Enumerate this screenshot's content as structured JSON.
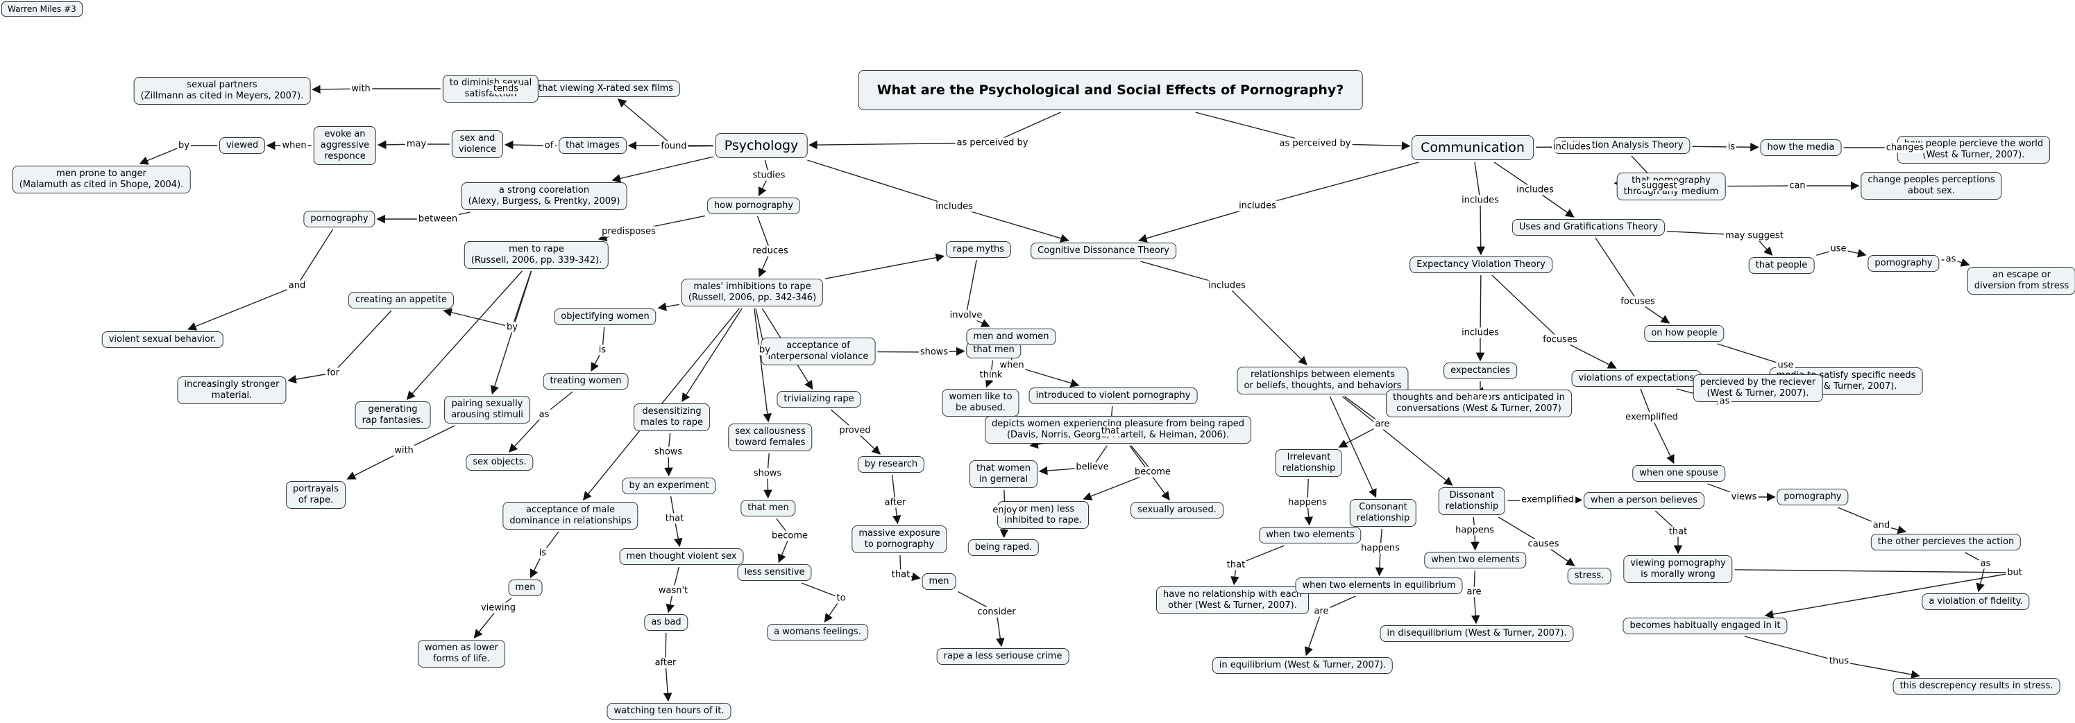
{
  "header": {
    "author": "Warren Miles #3"
  },
  "nodes": {
    "title": "What are the Psychological and Social Effects of Pornography?",
    "psychology": "Psychology",
    "communication": "Communication",
    "x_rated": "that viewing X-rated sex films",
    "diminish": "to diminish sexual\nsatisfaction",
    "partners": "sexual partners\n(Zillmann as cited in Meyers, 2007).",
    "that_images": "that images",
    "sex_violence": "sex and\nviolence",
    "evoke": "evoke an\naggressive\nresponce",
    "viewed": "viewed",
    "men_anger": "men prone to anger\n(Malamuth as cited in Shope, 2004).",
    "correlation": "a strong coorelation\n(Alexy, Burgess, & Prentky, 2009)",
    "pornography_between": "pornography",
    "violent_behavior": "violent sexual behavior.",
    "how_porn": "how pornography",
    "men_to_rape": "men to rape\n(Russell, 2006, pp. 339-342).",
    "males_inhib": "males' imhibitions to rape\n(Russell, 2006, pp. 342-346)",
    "creating_appetite": "creating an appetite",
    "increasingly": "increasingly stronger\nmaterial.",
    "generating": "generating\nrap fantasies.",
    "pairing": "pairing sexually\narousing stimuli",
    "portrayals": "portrayals\nof rape.",
    "objectifying": "objectifying women",
    "treating": "treating women",
    "sex_objects": "sex objects.",
    "acceptance_dom": "acceptance of male\ndominance in relationships",
    "men_dom": "men",
    "lower_forms": "women as lower\nforms of life.",
    "desensitizing": "desensitizing\nmales to rape",
    "experiment": "by an experiment",
    "thought_violent": "men thought violent sex",
    "as_bad": "as bad",
    "ten_hours": "watching ten hours of it.",
    "callousness": "sex callousness\ntoward females",
    "that_men_call": "that men",
    "less_sensitive": "less sensitive",
    "womans_feelings": "a womans feelings.",
    "trivializing": "trivializing rape",
    "by_research": "by research",
    "massive": "massive exposure\nto pornography",
    "men_research": "men",
    "rape_less": "rape a less seriouse crime",
    "acceptance_violence": "acceptance of\ninterpersonal violance",
    "that_men_shows": "that men",
    "like_abused": "women like to\nbe abused.",
    "rape_myths": "rape myths",
    "men_women": "men and women",
    "introduced": "introduced to violent pornography",
    "depicts": "depicts women experiencing pleasure from being raped\n(Davis, Norris, George, Martell, & Heiman, 2006).",
    "women_general": "that women\nin gerneral",
    "being_raped": "being raped.",
    "less_inhibited": "(for men) less\ninhibited to rape.",
    "aroused": "sexually aroused.",
    "cognitive": "Cognitive Dissonance Theory",
    "relationships": "relationships between elements\nor beliefs, thoughts, and behaviors",
    "irrelevant": "Irrelevant\nrelationship",
    "consonant": "Consonant\nrelationship",
    "dissonant": "Dissonant\nrelationship",
    "two_elements_irr": "when two elements",
    "no_relationship": "have no relationship with each\nother (West & Turner, 2007).",
    "equilibrium_when": "when two elements in equilibrium",
    "in_equilibrium": "in equilibrium (West & Turner, 2007).",
    "two_elements_dis": "when two elements",
    "disequilibrium": "in disequilibrium (West & Turner, 2007).",
    "stress": "stress.",
    "believes": "when a person believes",
    "morally": "viewing pornography\nis morally wrong",
    "habitually": "becomes habitually engaged in it",
    "descrepency": "this descrepency results in stress.",
    "cultivation": "Cultivation Analysis Theory",
    "how_media": "how the media",
    "perceive_world": "how people percieve the world\n(West & Turner, 2007).",
    "any_medium": "that pornography\nthrough any medium",
    "change_perceptions": "change peoples perceptions\nabout sex.",
    "uses_grat": "Uses and Gratifications Theory",
    "that_people": "that people",
    "pornography_use": "pornography",
    "escape": "an escape or\ndiversion from stress",
    "on_how_people": "on how people",
    "media_satisfy": "media to satisfy specific needs\n(West & Turner, 2007).",
    "expectancy": "Expectancy Violation Theory",
    "expectancies": "expectancies",
    "anticipated": "thoughts and behaviors anticipated in\nconversations (West & Turner, 2007)",
    "violations": "violations of expectations",
    "received": "percieved by the reciever\n(West & Turner, 2007).",
    "one_spouse": "when one spouse",
    "pornography_spouse": "pornography",
    "other_perceives": "the other percieves the action",
    "fidelity": "a violation of fidelity."
  },
  "links": {
    "as_perceived_by_l": "as perceived by",
    "as_perceived_by_r": "as perceived by",
    "found": "found",
    "tends": "tends",
    "with_a": "with",
    "of_a": "of",
    "may_a": "may",
    "when_a": "when",
    "by_a": "by",
    "between": "between",
    "and_a": "and",
    "studies": "studies",
    "predisposes": "predisposes",
    "reduces": "reduces",
    "by_b": "by",
    "for_a": "for",
    "with_b": "with",
    "by_c": "by",
    "is_a": "is",
    "as_a": "as",
    "is_b": "is",
    "viewing": "viewing",
    "shows_a": "shows",
    "that_a": "that",
    "wasnt": "wasn't",
    "after_a": "after",
    "shows_b": "shows",
    "become_a": "become",
    "to_a": "to",
    "proved": "proved",
    "after_b": "after",
    "that_b": "that",
    "consider": "consider",
    "shows_c": "shows",
    "think": "think",
    "involve": "involve",
    "when_b": "when",
    "that_c": "that",
    "believe": "believe",
    "become_b": "become",
    "enjoy": "enjoy",
    "includes_a": "includes",
    "includes_b": "includes",
    "includes_c": "includes",
    "are_a": "are",
    "happens_a": "happens",
    "that_d": "that",
    "happens_b": "happens",
    "are_b": "are",
    "happens_c": "happens",
    "are_c": "are",
    "exemplified_a": "exemplified",
    "causes": "causes",
    "that_e": "that",
    "but": "but",
    "thus": "thus",
    "includes_d": "includes",
    "is_c": "is",
    "changes": "changes",
    "suggest": "suggest",
    "can": "can",
    "includes_e": "includes",
    "may_suggest": "may suggest",
    "use_a": "use",
    "as_b": "as",
    "focuses_a": "focuses",
    "use_b": "use",
    "includes_f": "includes",
    "includes_g": "includes",
    "are_d": "are",
    "focuses_b": "focuses",
    "as_c": "as",
    "exemplified_b": "exemplified",
    "views": "views",
    "and_b": "and",
    "as_d": "as"
  }
}
